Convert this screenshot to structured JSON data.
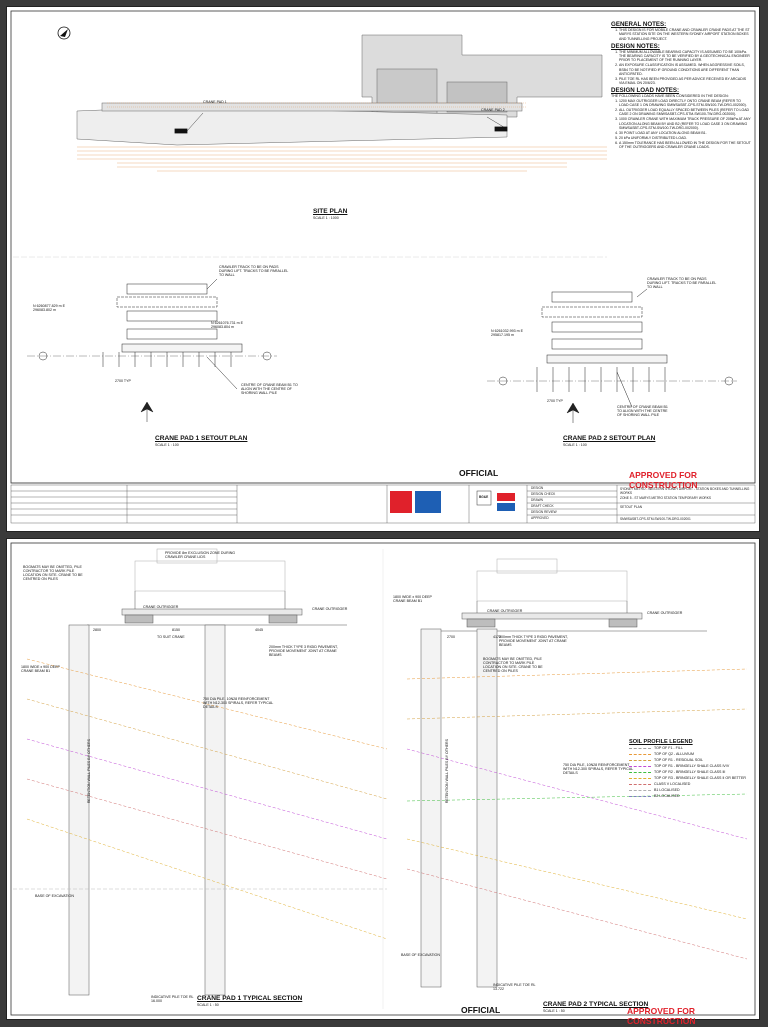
{
  "sheet1": {
    "general_notes": {
      "heading": "GENERAL NOTES:",
      "items": [
        "THIS DESIGN IS FOR MOBILE CRANE AND CRAWLER CRANE PADS AT THE ST MARYS STATION SITE ON THE WESTERN SYDNEY AIRPORT STATION BOXES AND TUNNELLING PROJECT."
      ]
    },
    "design_notes": {
      "heading": "DESIGN NOTES:",
      "items": [
        "THE MINIMUM ALLOWABLE BEARING CAPACITY IS ASSUMED TO BE 100kPa. THE BEARING CAPACITY IS TO BE VERIFIED BY A GEOTECHNICAL ENGINEER PRIOR TO PLACEMENT OF THE RUNNING LAYER.",
        "AN EXPOSURE CLASSIFICATION IS ASSUMED. WHEN AGGRESSIVE SOILS, BSB4 TO BE NOTIFIED IF GROUND CONDITIONS ARE DIFFERENT THAN ANTICIPATED.",
        "PILE TOE RL HAS BEEN PROVIDED AS PER ADVICE RECEIVED BY ARCADIS VIA EMAIL ON 20/6/23."
      ]
    },
    "design_load_notes": {
      "heading": "DESIGN LOAD NOTES:",
      "intro": "THE FOLLOWING LOADS HAVE BEEN CONSIDERED IN THE DESIGN:",
      "items": [
        "1200 MAX OUTRIGGER LOAD DIRECTLY ONTO CRANE BEAM (REFER TO LOAD CASE 1 ON DRAWING SMWSASBT-CPS-STM-SW100-TW-DRG-002000).",
        "ALL OUTRIGGER LOAD EQUALLY SPACED BETWEEN PILES (REFER TO LOAD CASE 2 ON DRAWING SMWSASBT-CPS-STM-SW100-TW-DRG-002000).",
        "1000 CRAWLER CRANE WITH MAXIMUM TRACK PRESSURE OF 205kPa AT ANY LOCATION ALONG BEAM BY AND B2 (REFER TO LOAD CASE 3 ON DRAWING SMWSASBT-CPS-STM-SW100-TW-DRG-002000).",
        "30 POINT LOAD AT ANY LOCATION ALONG BEAM B1.",
        "20 kPa UNIFORMLY DISTRIBUTED LOAD.",
        "A 150mm TOLERANCE HAS BEEN ALLOWED IN THE DESIGN FOR THE SETOUT OF THE OUTRIGGERS AND CRAWLER CRANE LOADS."
      ]
    },
    "site_plan": {
      "title": "SITE PLAN",
      "scale": "SCALE 1 : 1000",
      "label_pad1": "CRANE PAD 1",
      "label_pad2": "CRANE PAD 2"
    },
    "pad1_plan": {
      "title": "CRANE PAD 1 SETOUT PLAN",
      "scale": "SCALE 1 : 100",
      "note_track": "CRAWLER TRACK TO BE ON PADS DURING LIFT. TRACKS TO BE PARALLEL TO WALL",
      "note_beam": "CENTRE OF CRANE BEAM B1 TO ALIGN WITH THE CENTRE OF SHORING WALL PILE",
      "coord_left": "N 6260877.829 m E 296083.802 m",
      "coord_right": "N 6261076.731 m E 296083.804 m",
      "dim_typ": "2700 TYP"
    },
    "pad2_plan": {
      "title": "CRANE PAD 2 SETOUT PLAN",
      "scale": "SCALE 1 : 100",
      "note_track": "CRAWLER TRACK TO BE ON PADS DURING LIFT. TRACKS TO BE PARALLEL TO WALL",
      "note_beam": "CENTRE OF CRANE BEAM B1 TO ALIGN WITH THE CENTRE OF SHORING WALL PILE",
      "coord_left": "N 6261032.993 m E 295817.195 m",
      "dim_typ": "2700 TYP"
    },
    "official": "OFFICIAL",
    "approved": "APPROVED FOR CONSTRUCTION",
    "title_block": {
      "project": "SYDNEY METRO - WESTERN SYDNEY AIRPORT - STATION BOXES AND TUNNELLING WORKS",
      "subtitle": "ZONE 5 - ST MARYS METRO STATION TEMPORARY WORKS",
      "drawing_title": "SETOUT PLAN",
      "drawing_no": "SMWSASBT-CPS-STM-SW100-TW-DRG-002001",
      "logo_metro": "metro",
      "logo_bg": "BG&E",
      "roles": [
        "DESIGN",
        "DESIGN CHECK",
        "DRAWN",
        "DRAFT CHECK",
        "DESIGN REVIEW",
        "APPROVED"
      ]
    }
  },
  "sheet2": {
    "pad1_section": {
      "title": "CRANE PAD 1 TYPICAL SECTION",
      "scale": "SCALE 1 : 50",
      "note_exclusion": "PROVIDE 8m EXCLUSION ZONE DURING CRAWLER CRANE LIDS",
      "note_bogmats": "BOGMATS MAY BE OMITTED, PILE CONTRACTOR TO MARK PILE LOCATION ON SITE. CRANE TO BE CENTRED ON PILES",
      "label_beam": "1800 WIDE x 900 DEEP CRANE BEAM B1",
      "label_outrigger_l": "CRANE OUTRIGGER",
      "label_outrigger_r": "CRANE OUTRIGGER",
      "label_pavement": "200mm THICK TYPE 3 RIGID PAVEMENT, PROVIDE MOVEMENT JOINT AT CRANE BEAMS",
      "label_pile": "750 DIA PILE, 10N28 REINFORCEMENT WITH N12-300 SPIRALS, REFER TYPICAL DETAILS",
      "label_excavation": "BASE OF EXCAVATION",
      "label_toe": "INDICATIVE PILE TOE RL 16.000",
      "label_wall": "RETENTION WALL PILES BY OTHERS",
      "dim_a": "2800",
      "dim_b": "8150",
      "dim_c": "4045",
      "label_suit": "TO SUIT CRANE"
    },
    "pad2_section": {
      "title": "CRANE PAD 2 TYPICAL SECTION",
      "scale": "SCALE 1 : 50",
      "label_beam": "1800 WIDE x 900 DEEP CRANE BEAM B1",
      "label_outrigger_l": "CRANE OUTRIGGER",
      "label_outrigger_r": "CRANE OUTRIGGER",
      "note_bogmats": "BOGMATS MAY BE OMITTED, PILE CONTRACTOR TO MARK PILE LOCATION ON SITE. CRANE TO BE CENTRED ON PILES",
      "label_pavement": "200mm THICK TYPE 3 RIGID PAVEMENT, PROVIDE MOVEMENT JOINT AT CRANE BEAMS",
      "label_pile": "750 DIA PILE, 10N28 REINFORCEMENT WITH N12-300 SPIRALS, REFER TYPICAL DETAILS",
      "label_excavation": "BASE OF EXCAVATION",
      "label_toe": "INDICATIVE PILE TOE RL 13.722",
      "label_wall": "RETENTION WALL PILES BY OTHERS",
      "dim_a": "2700",
      "dim_b": "4175"
    },
    "legend": {
      "heading": "SOIL PROFILE LEGEND",
      "items": [
        {
          "label": "TOP OF F1 - FILL",
          "color": "#a0a0a0"
        },
        {
          "label": "TOP OF Q2 - ALLUVIUM",
          "color": "#e89a3a"
        },
        {
          "label": "TOP OF R1 - RESIDUAL SOIL",
          "color": "#d4a040"
        },
        {
          "label": "TOP OF R1 - BRINGELLY SHALE CLASS IV/V",
          "color": "#c04bd6"
        },
        {
          "label": "TOP OF R2 - BRINGELLY SHALE CLASS III",
          "color": "#3fbf3f"
        },
        {
          "label": "TOP OF R3 - BRINGELLY SHALE CLASS II OR BETTER",
          "color": "#e0b030"
        },
        {
          "label": "CLASS V LOCALISED",
          "color": "#d07070"
        },
        {
          "label": "B1 LOCALISED",
          "color": "#b0b0b0"
        },
        {
          "label": "B2 LOCALISED",
          "color": "#8080c0"
        }
      ]
    },
    "official": "OFFICIAL",
    "approved": "APPROVED FOR CONSTRUCTION"
  }
}
